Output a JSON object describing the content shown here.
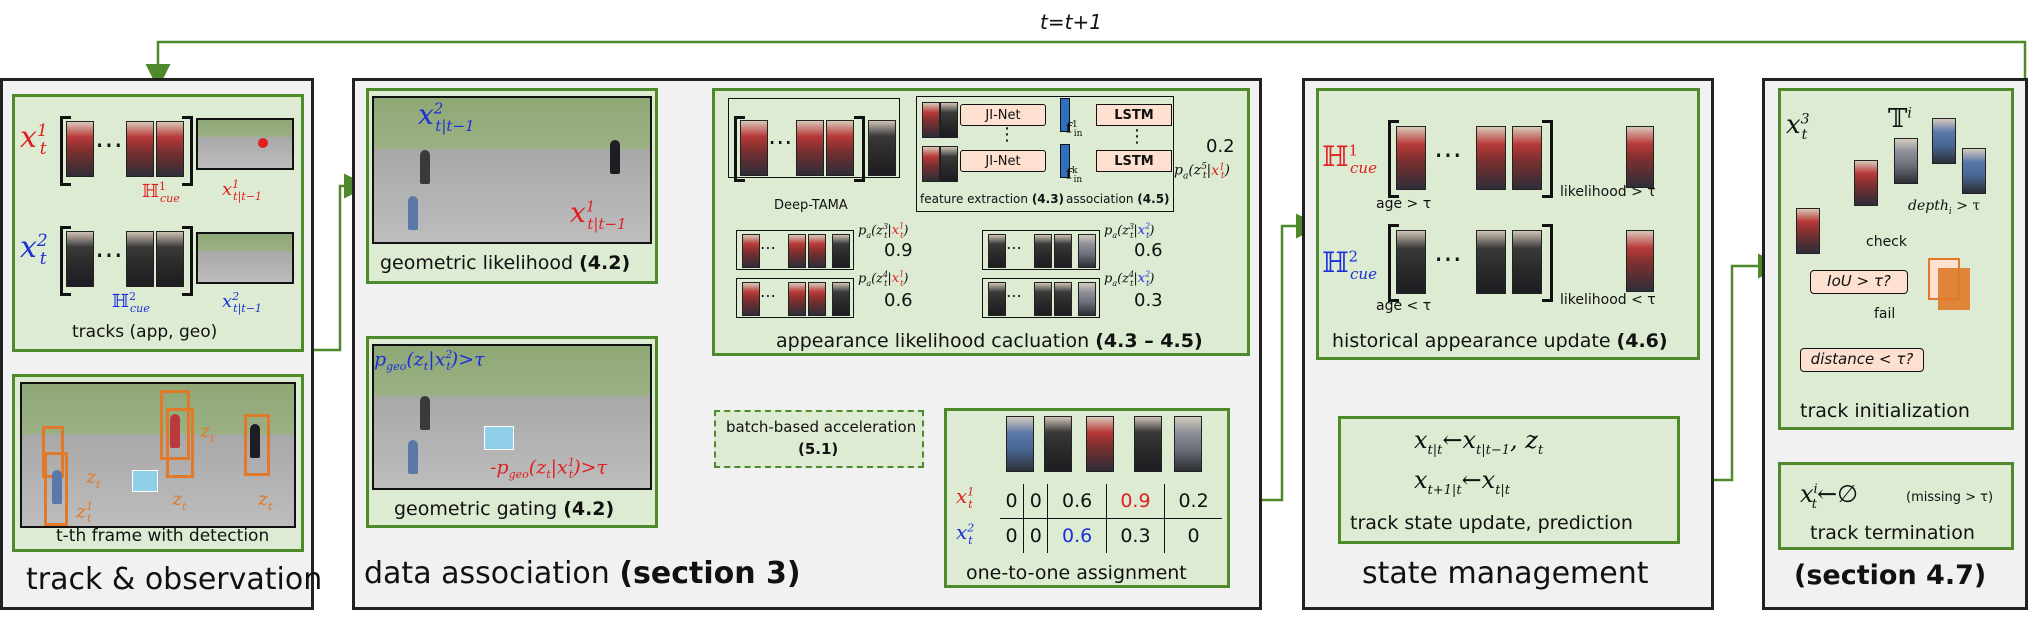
{
  "loop_label": "t=t+1",
  "sections": {
    "track": {
      "title": "track & observation"
    },
    "assoc": {
      "title_plain": "data association ",
      "title_bold": "(section 3)"
    },
    "state": {
      "title": "state management"
    },
    "s47": {
      "title": "(section 4.7)"
    }
  },
  "track_panel": {
    "x1": "x",
    "sub_t": "t",
    "sup_1": "1",
    "sup_2": "2",
    "hcue": "ℍ",
    "cue": "cue",
    "pred_sub": "t|t−1",
    "dots": "⋯",
    "caption": "tracks (app, geo)"
  },
  "frame_panel": {
    "z": "z",
    "caption": "t-th frame with detection"
  },
  "geo_likelihood": {
    "caption_plain": "geometric likelihood ",
    "caption_bold": "(4.2)"
  },
  "geo_gating": {
    "caption_plain": "geometric gating ",
    "caption_bold": "(4.2)",
    "blue_expr": "p",
    "blue_sub": "geo",
    "blue_tail": "(z",
    "blue_tail2": "|x",
    "blue_end": ")>τ",
    "red_expr": "-p"
  },
  "appearance": {
    "deep_tama": "Deep-TAMA",
    "jinet": "JI-Net",
    "lstm": "LSTM",
    "fin": "f",
    "fin_sub": "in",
    "fin_sup1": "1",
    "fin_supk": "k",
    "feature": "feature extraction ",
    "feature_num": "(4.3)",
    "association": "association ",
    "association_num": "(4.5)",
    "out_val": "0.2",
    "pa": "p",
    "pa_sub": "a",
    "vals": [
      "0.9",
      "0.6",
      "0.6",
      "0.3"
    ],
    "caption_plain": "appearance likelihood cacluation ",
    "caption_bold": "(4.3 – 4.5)"
  },
  "batch": {
    "line1": "batch-based acceleration",
    "line2": "(5.1)"
  },
  "assignment": {
    "row1": [
      "0",
      "0",
      "0.6",
      "0.9",
      "0.2"
    ],
    "row2": [
      "0",
      "0",
      "0.6",
      "0.3",
      "0"
    ],
    "caption": "one-to-one assignment"
  },
  "hist_update": {
    "age_gt": "age > τ",
    "age_lt": "age < τ",
    "like_gt": "likelihood > τ",
    "like_lt": "likelihood < τ",
    "caption_plain": "historical appearance update ",
    "caption_bold": "(4.6)"
  },
  "track_state": {
    "line1": "x",
    "line1_rest": "←x",
    "line1_tail": ",  z",
    "line2_rest": "←x",
    "sub_tt": "t|t",
    "sub_tt1": "t|t−1",
    "sub_t1t": "t+1|t",
    "caption": "track state update, prediction"
  },
  "track_init": {
    "t_i": "𝕋",
    "sup_i": "i",
    "sup_3": "3",
    "depth": "depth",
    "depth_tail": " > τ",
    "check": "check",
    "iou": "IoU > τ?",
    "fail": "fail",
    "distance": "distance < τ?",
    "caption": "track initialization"
  },
  "track_term": {
    "expr": "x",
    "arrow": "←∅",
    "missing": "(missing > τ)",
    "caption": "track termination"
  },
  "colors": {
    "green": "#4e8a2c",
    "panel": "#dcebd2",
    "red": "#e02020",
    "blue": "#1a30d8",
    "orange": "#e07a2a"
  }
}
